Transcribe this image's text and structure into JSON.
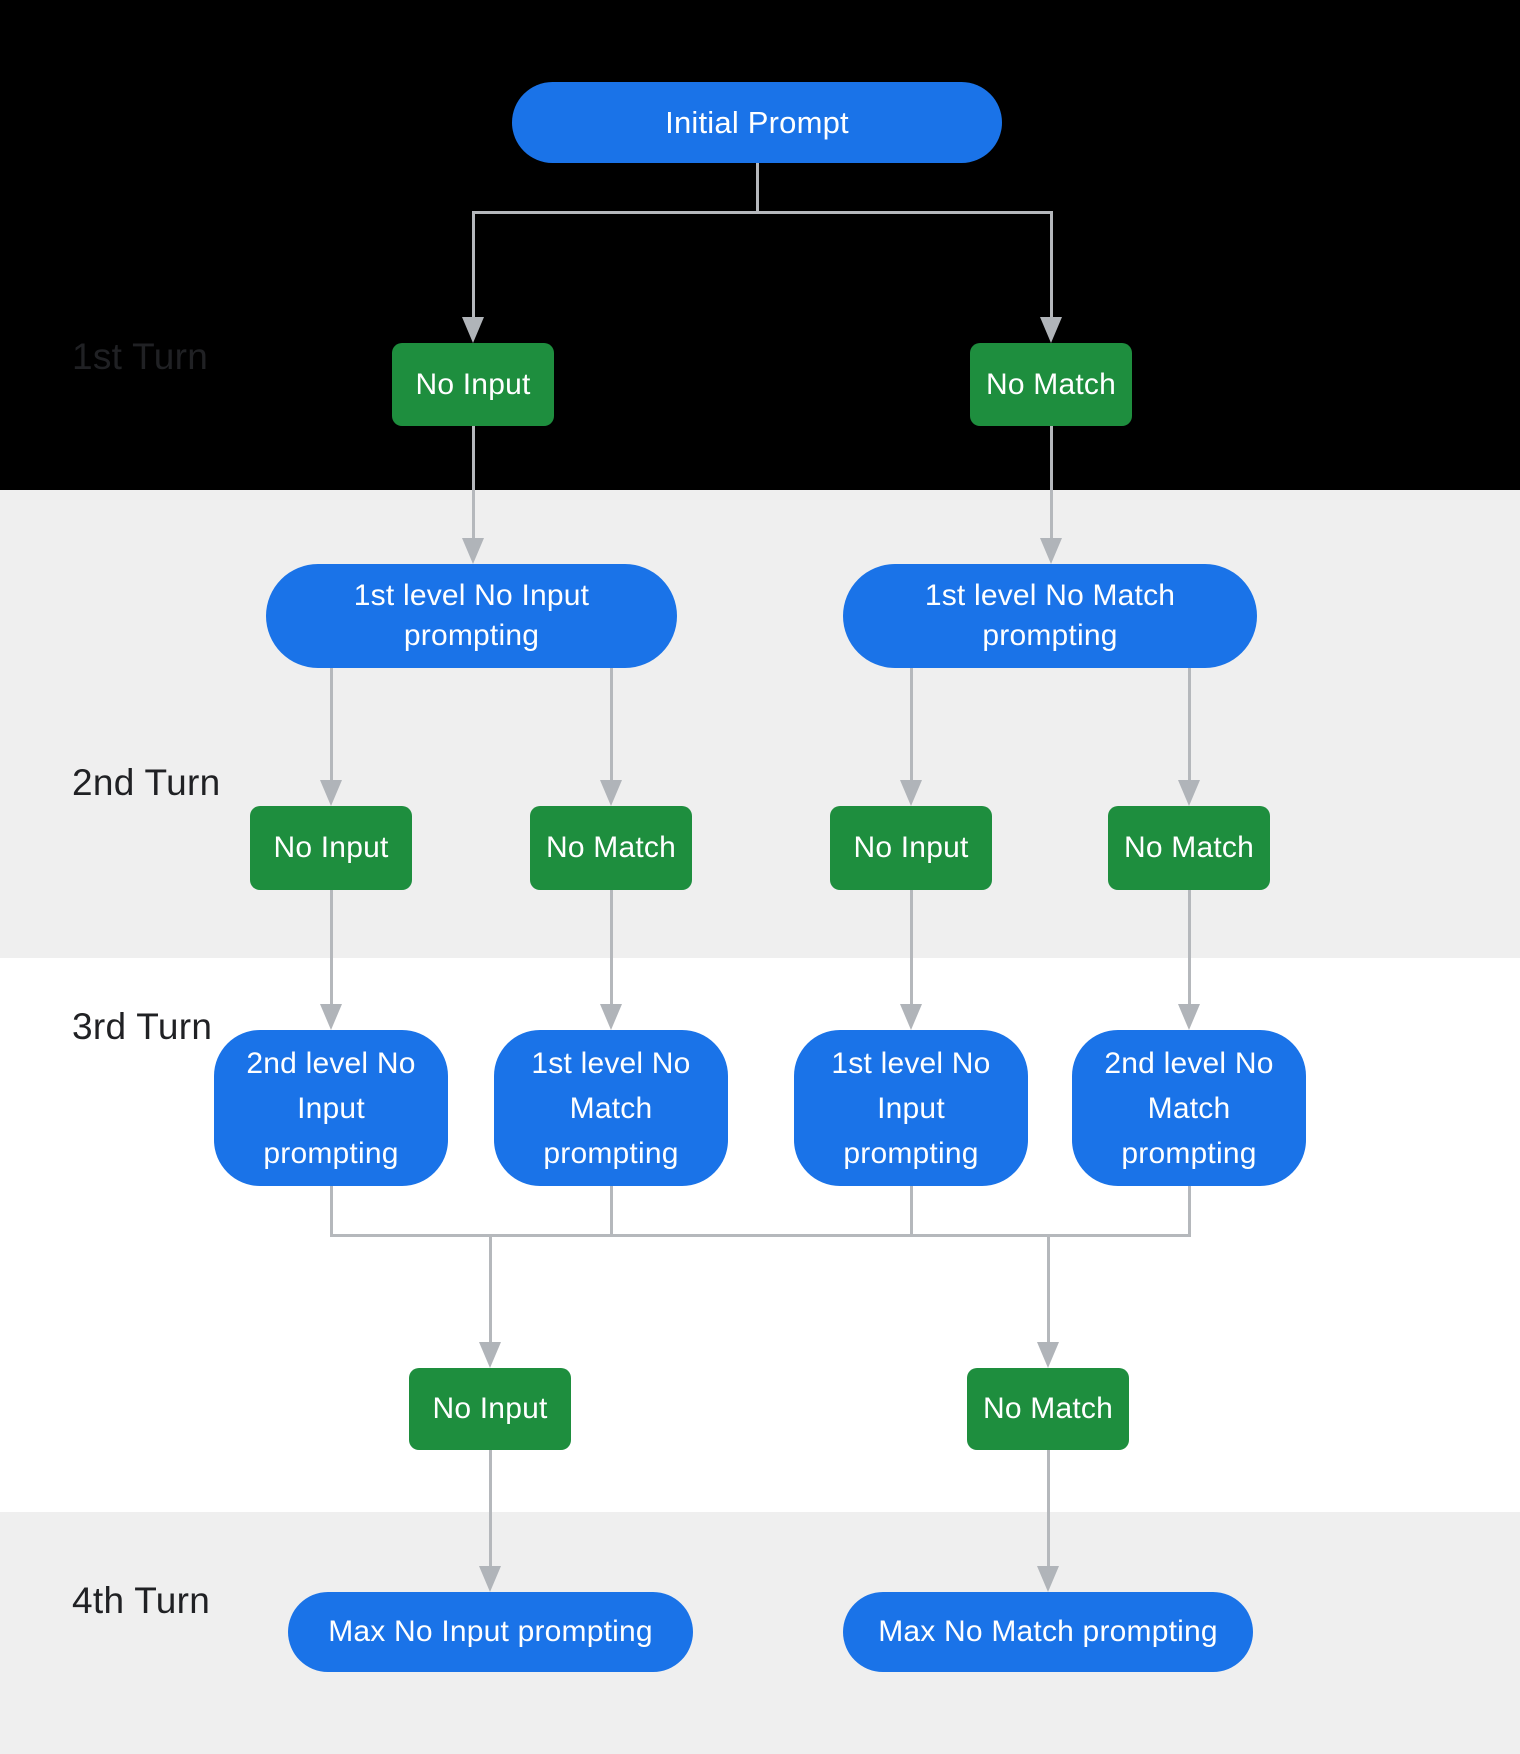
{
  "colors": {
    "node_blue": "#1a73e8",
    "node_green": "#1e8e3e",
    "connector_gray": "#b5b8bc",
    "band_top_black": "#000000",
    "band_alt_gray": "#efefef",
    "band_white": "#ffffff",
    "turn_label_color": "#202124",
    "node_text_color": "#ffffff"
  },
  "turn_labels": [
    "1st Turn",
    "2nd Turn",
    "3rd Turn",
    "4th Turn"
  ],
  "nodes": {
    "initial_prompt": {
      "label": "Initial Prompt"
    },
    "turn1_outcomes": [
      {
        "label": "No Input"
      },
      {
        "label": "No Match"
      }
    ],
    "level1_prompts": [
      {
        "lines": [
          "1st level No Input",
          "prompting"
        ]
      },
      {
        "lines": [
          "1st level No Match",
          "prompting"
        ]
      }
    ],
    "turn2_outcomes": [
      {
        "label": "No Input"
      },
      {
        "label": "No Match"
      },
      {
        "label": "No Input"
      },
      {
        "label": "No Match"
      }
    ],
    "level2_prompts": [
      {
        "lines": [
          "2nd level No",
          "Input",
          "prompting"
        ]
      },
      {
        "lines": [
          "1st level No",
          "Match",
          "prompting"
        ]
      },
      {
        "lines": [
          "1st level No",
          "Input",
          "prompting"
        ]
      },
      {
        "lines": [
          "2nd level No",
          "Match",
          "prompting"
        ]
      }
    ],
    "turn3_outcomes": [
      {
        "label": "No Input"
      },
      {
        "label": "No Match"
      }
    ],
    "max_prompts": [
      {
        "label": "Max No Input prompting"
      },
      {
        "label": "Max No Match prompting"
      }
    ]
  }
}
